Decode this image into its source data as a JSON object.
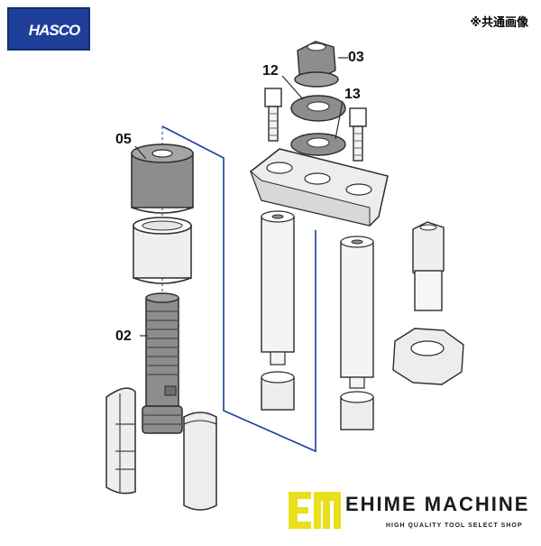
{
  "logo": {
    "text": "HASCO"
  },
  "note": "※共通画像",
  "callouts": {
    "p03": "03",
    "p12": "12",
    "p13": "13",
    "p05": "05",
    "p02": "02"
  },
  "brand": {
    "name": "EHIME MACHINE",
    "tagline": "HIGH QUALITY TOOL SELECT SHOP",
    "accent_color": "#e8e01a"
  },
  "colors": {
    "part_dark": "#8d8d8d",
    "part_light": "#ededed",
    "outline": "#2b2b2b",
    "guide_line": "#1b3fa0",
    "logo_bg": "#1f3f99"
  }
}
